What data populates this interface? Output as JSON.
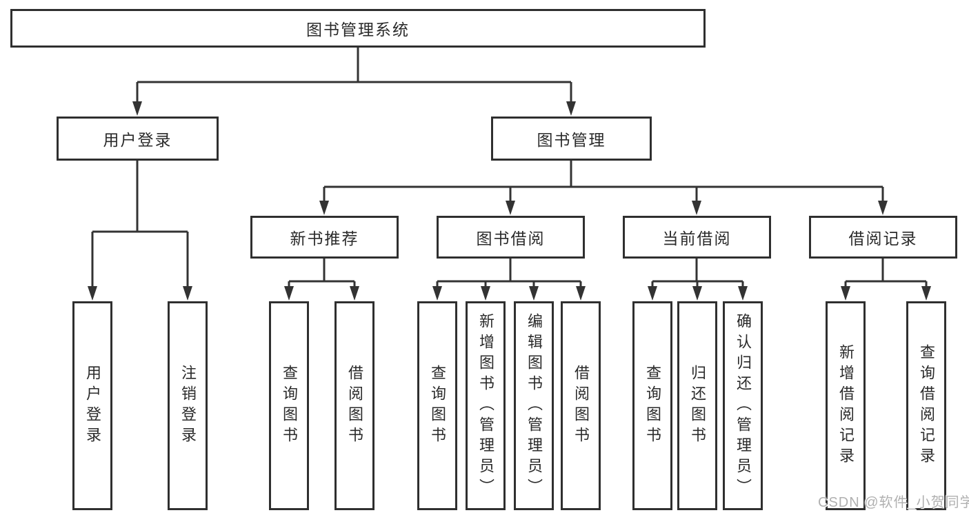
{
  "tree": {
    "label": "图书管理系统",
    "children": [
      {
        "label": "用户登录",
        "children": [
          {
            "label": "用户登录"
          },
          {
            "label": "注销登录"
          }
        ]
      },
      {
        "label": "图书管理",
        "children": [
          {
            "label": "新书推荐",
            "children": [
              {
                "label": "查询图书"
              },
              {
                "label": "借阅图书"
              }
            ]
          },
          {
            "label": "图书借阅",
            "children": [
              {
                "label": "查询图书"
              },
              {
                "label": "新增图书（管理员）"
              },
              {
                "label": "编辑图书（管理员）"
              },
              {
                "label": "借阅图书"
              }
            ]
          },
          {
            "label": "当前借阅",
            "children": [
              {
                "label": "查询图书"
              },
              {
                "label": "归还图书"
              },
              {
                "label": "确认归还（管理员）"
              }
            ]
          },
          {
            "label": "借阅记录",
            "children": [
              {
                "label": "新增借阅记录"
              },
              {
                "label": "查询借阅记录"
              }
            ]
          }
        ]
      }
    ]
  },
  "watermark": {
    "text": "CSDN @软件_小贺同学"
  },
  "colors": {
    "line": "#333333",
    "box_border": "#2f2f2f",
    "text": "#2a2a2a",
    "watermark": "#b0b0b0",
    "background": "#ffffff"
  }
}
